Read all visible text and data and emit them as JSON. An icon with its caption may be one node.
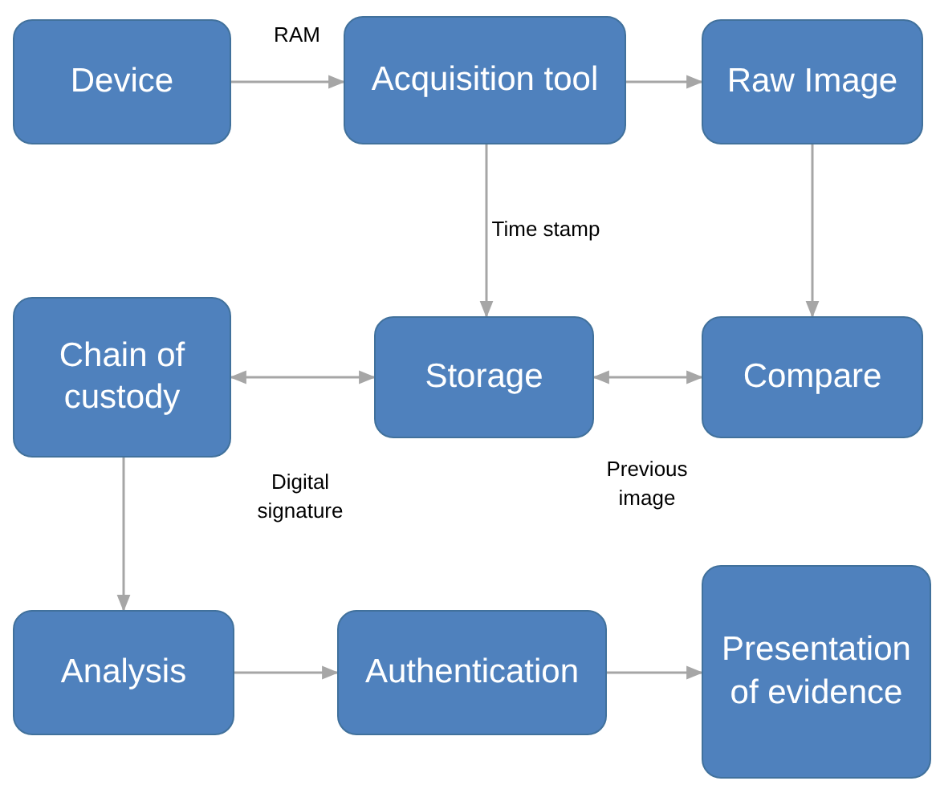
{
  "diagram": {
    "nodes": [
      {
        "text": [
          "Device"
        ]
      },
      {
        "text": [
          "Acquisition tool"
        ]
      },
      {
        "text": [
          "Raw Image"
        ]
      },
      {
        "text": [
          "Chain of custody"
        ]
      },
      {
        "text": [
          "Storage"
        ]
      },
      {
        "text": [
          "Compare"
        ]
      },
      {
        "text": [
          "Analysis"
        ]
      },
      {
        "text": [
          "Authentication"
        ]
      },
      {
        "text": [
          "Presentation of evidence"
        ]
      }
    ],
    "edges": [
      {
        "from": 0,
        "to": 1,
        "arrow": "to",
        "label": "RAM"
      },
      {
        "from": 1,
        "to": 2,
        "arrow": "to"
      },
      {
        "from": 1,
        "to": 4,
        "arrow": "to",
        "label": "Time stamp"
      },
      {
        "from": 2,
        "to": 5,
        "arrow": "to"
      },
      {
        "from": 4,
        "to": 3,
        "arrow": "both",
        "label": "Digital signature"
      },
      {
        "from": 4,
        "to": 5,
        "arrow": "both",
        "label": "Previous image"
      },
      {
        "from": 3,
        "to": 6,
        "arrow": "to"
      },
      {
        "from": 6,
        "to": 7,
        "arrow": "to"
      },
      {
        "from": 7,
        "to": 8,
        "arrow": "to"
      }
    ]
  }
}
